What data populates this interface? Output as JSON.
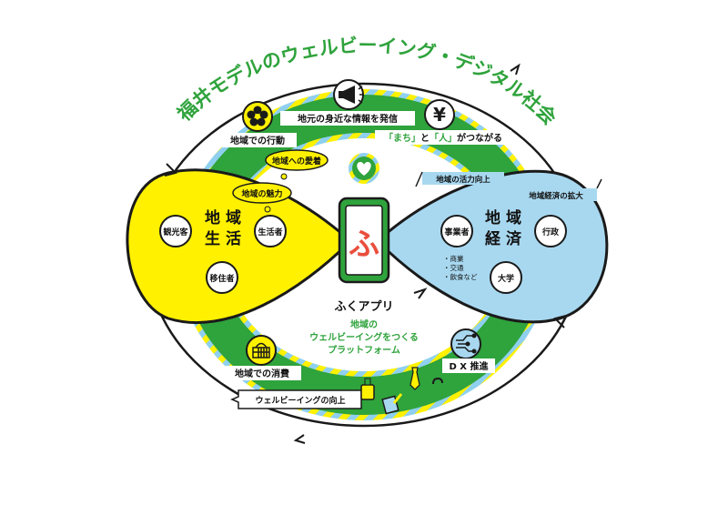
{
  "title": "福井モデルのウェルビーイング・デジタル社会",
  "colors": {
    "green": "#2fa33c",
    "yellow": "#fff100",
    "blue": "#a8d8f0",
    "stripe_blue": "#8fd0f0",
    "dark": "#1a1a1a"
  },
  "center": {
    "app_name": "ふくアプリ",
    "app_desc_line1": "地域の",
    "app_desc_line2": "ウェルビーイングをつくる",
    "app_desc_line3": "プラットフォーム",
    "app_glyph": "ふ"
  },
  "left_lobe": {
    "title_line1": "地 域",
    "title_line2": "生 活",
    "circles": [
      "観光客",
      "生活者",
      "移住者"
    ]
  },
  "right_lobe": {
    "title_line1": "地 域",
    "title_line2": "経 済",
    "circles": [
      "事業者",
      "行政",
      "大学"
    ],
    "bullets": [
      "・商業",
      "・交通",
      "・飲食など"
    ]
  },
  "ring_labels": {
    "local_action": "地域での行動",
    "local_info": "地元の身近な情報を発信",
    "town_people_1": "「まち」",
    "town_people_2": "と",
    "town_people_3": "「人」",
    "town_people_4": "がつながる",
    "local_consumption": "地域での消費",
    "dx": "D X 推進",
    "wellbeing_up": "ウェルビーイングの向上"
  },
  "bubbles": {
    "attachment": "地域への愛着",
    "attraction": "地域の魅力"
  },
  "flags": {
    "vitality": "地域の活力向上",
    "economy_expansion": "地域経済の拡大"
  },
  "icons": {
    "flower": "flower-icon",
    "megaphone": "megaphone-icon",
    "yen": "yen-icon",
    "yen_glyph": "¥",
    "heart": "heart-icon",
    "basket": "basket-icon",
    "network": "network-icon"
  }
}
